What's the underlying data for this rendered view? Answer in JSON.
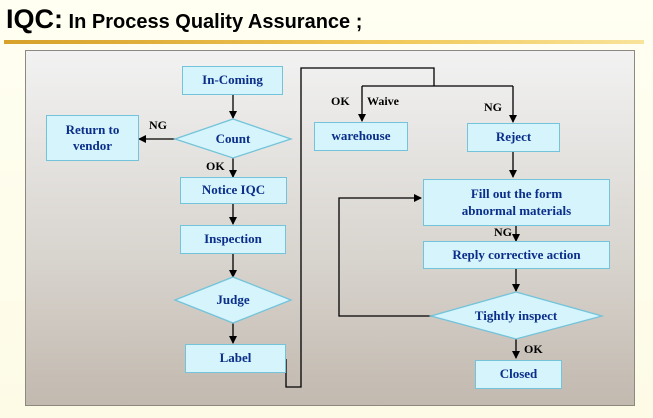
{
  "title": {
    "prefix": "IQC:",
    "rest": " In Process Quality Assurance ;"
  },
  "nodes": {
    "incoming": "In-Coming",
    "count": "Count",
    "return_to_vendor": "Return to vendor",
    "notice_iqc": "Notice IQC",
    "inspection": "Inspection",
    "judge": "Judge",
    "label": "Label",
    "warehouse": "warehouse",
    "reject": "Reject",
    "fill_out": "Fill out the form abnormal  materials",
    "reply": "Reply corrective action",
    "tightly_inspect": "Tightly inspect",
    "closed": "Closed"
  },
  "edge_labels": {
    "count_ng": "NG",
    "count_ok": "OK",
    "branch_ok": "OK",
    "branch_waive": "Waive",
    "branch_ng": "NG",
    "fill_ng": "NG",
    "inspect_ok": "OK"
  },
  "colors": {
    "box_fill": "#d5f4fb",
    "box_border": "#73c3da",
    "box_text": "#0a2e8a",
    "title_rule": "#e2b340"
  }
}
